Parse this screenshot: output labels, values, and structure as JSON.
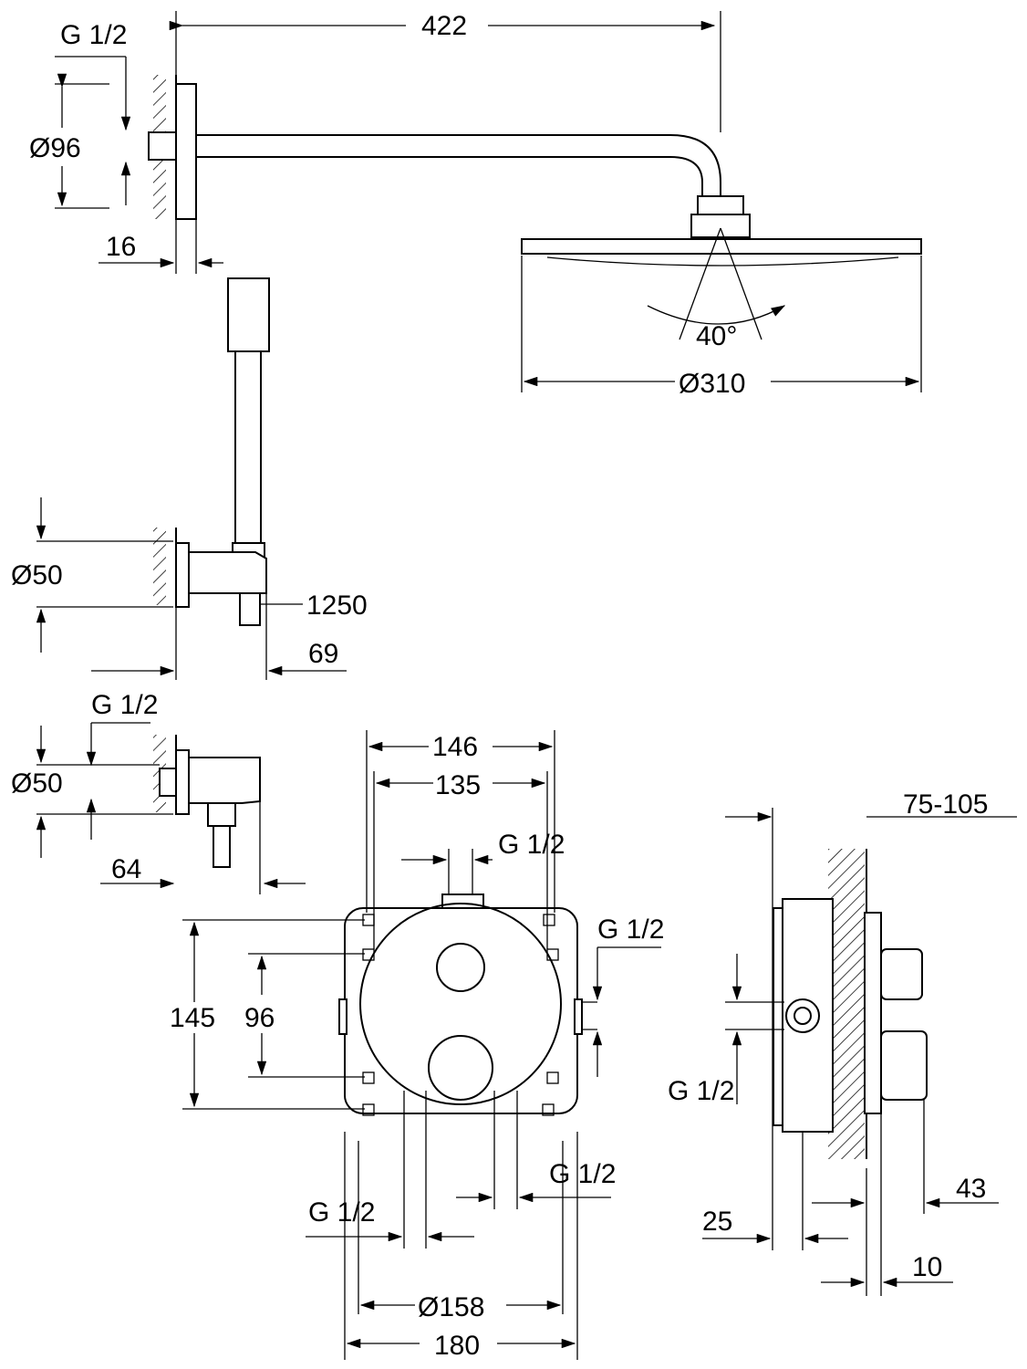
{
  "title": "Shower system dimension drawing",
  "dimensions": {
    "arm_length": "422",
    "thread_arm": "G 1/2",
    "flange_dia": "Ø96",
    "wall_offset": "16",
    "spray_angle": "40°",
    "head_dia": "Ø310",
    "holder_dia": "Ø50",
    "hose_length": "1250",
    "holder_depth": "69",
    "elbow_thread": "G 1/2",
    "elbow_dia": "Ø50",
    "elbow_depth": "64",
    "box_width_outer": "146",
    "box_width_inner": "135",
    "top_thread": "G 1/2",
    "side_thread_right": "G 1/2",
    "box_height": "145",
    "box_height_inner": "96",
    "bottom_thread_left": "G 1/2",
    "bottom_thread_right": "G 1/2",
    "plate_dia": "Ø158",
    "plate_width": "180",
    "install_depth": "75-105",
    "side_thread": "G 1/2",
    "handle_projection": "43",
    "box_offset": "25",
    "plate_thickness": "10"
  },
  "colors": {
    "line": "#000000",
    "background": "#ffffff"
  }
}
